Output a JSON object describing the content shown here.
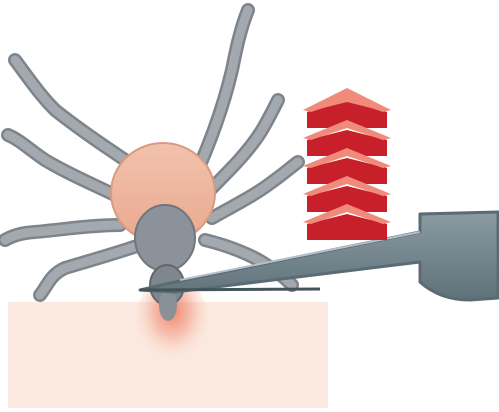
{
  "illustration": {
    "subject": "tick",
    "tool": "tweezers",
    "motion": "upward-arrows"
  },
  "colors": {
    "background": "#ffffff",
    "skin": "#fbe9df",
    "bite_glow": "#f07a5f",
    "tick_body": "#efb59c",
    "tick_body_outline": "#d99a82",
    "tick_head": "#8c9299",
    "tick_legs": "#9aa0a6",
    "tick_leg_outline": "#7d848b",
    "tweezers_fill": "#76888f",
    "tweezers_outline": "#5a6b73",
    "arrow_light": "#f08a7a",
    "arrow_dark": "#c8202a"
  },
  "arrows": {
    "count": 5,
    "direction": "up"
  }
}
